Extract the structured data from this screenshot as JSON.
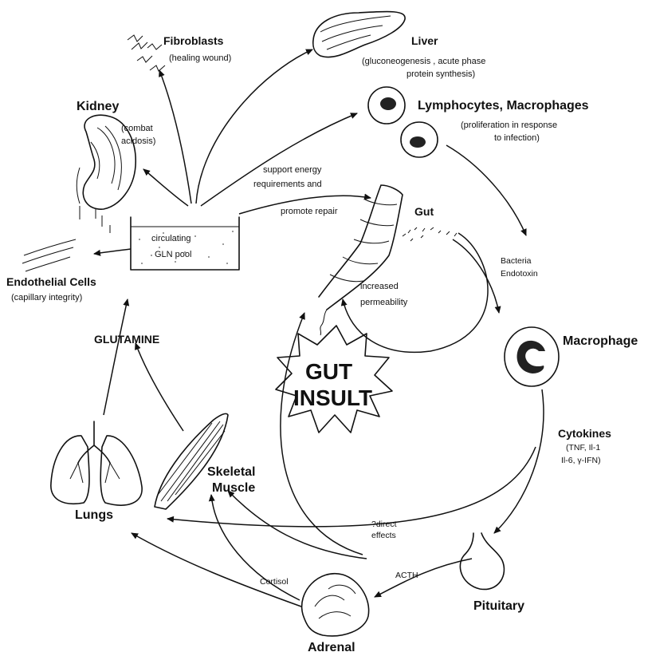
{
  "labels": {
    "fibroblasts": "Fibroblasts",
    "fibroblasts_sub": "(healing wound)",
    "liver": "Liver",
    "liver_sub1": "(gluconeogenesis , acute phase",
    "liver_sub2": "protein synthesis)",
    "lymph": "Lymphocytes, Macrophages",
    "lymph_sub1": "(proliferation in response",
    "lymph_sub2": "to infection)",
    "kidney": "Kidney",
    "kidney_sub1": "(combat",
    "kidney_sub2": "acidosis)",
    "support1": "support energy",
    "support2": "requirements and",
    "support3": "promote repair",
    "gut": "Gut",
    "pool1": "circulating",
    "pool2": "GLN pool",
    "bacteria1": "Bacteria",
    "bacteria2": "Endotoxin",
    "endo": "Endothelial Cells",
    "endo_sub": "(capillary integrity)",
    "perm1": "increased",
    "perm2": "permeability",
    "macrophage": "Macrophage",
    "glutamine": "GLUTAMINE",
    "insult1": "GUT",
    "insult2": "INSULT",
    "cytokines": "Cytokines",
    "cyto_sub1": "(TNF, Il-1",
    "cyto_sub2": "Il-6, γ-IFN)",
    "skeletal1": "Skeletal",
    "skeletal2": "Muscle",
    "lungs": "Lungs",
    "direct1": "?direct",
    "direct2": "effects",
    "cortisol": "Cortisol",
    "acth": "ACTH",
    "pituitary": "Pituitary",
    "adrenal": "Adrenal"
  }
}
